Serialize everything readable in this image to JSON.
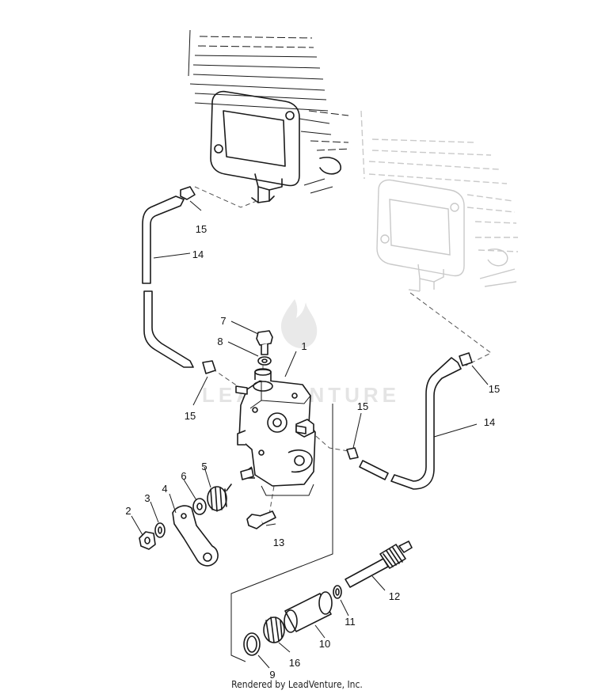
{
  "diagram": {
    "part_labels": [
      {
        "id": "p1",
        "text": "1"
      },
      {
        "id": "p2",
        "text": "2"
      },
      {
        "id": "p3",
        "text": "3"
      },
      {
        "id": "p4",
        "text": "4"
      },
      {
        "id": "p5",
        "text": "5"
      },
      {
        "id": "p6",
        "text": "6"
      },
      {
        "id": "p7",
        "text": "7"
      },
      {
        "id": "p8",
        "text": "8"
      },
      {
        "id": "p9",
        "text": "9"
      },
      {
        "id": "p10",
        "text": "10"
      },
      {
        "id": "p11",
        "text": "11"
      },
      {
        "id": "p12",
        "text": "12"
      },
      {
        "id": "p13",
        "text": "13"
      },
      {
        "id": "p14a",
        "text": "14"
      },
      {
        "id": "p14b",
        "text": "14"
      },
      {
        "id": "p15a",
        "text": "15"
      },
      {
        "id": "p15b",
        "text": "15"
      },
      {
        "id": "p15c",
        "text": "15"
      },
      {
        "id": "p15d",
        "text": "15"
      },
      {
        "id": "p16",
        "text": "16"
      }
    ]
  },
  "watermark": {
    "text": "LEADVENTURE"
  },
  "footer": {
    "credit": "Rendered by LeadVenture, Inc."
  },
  "colors": {
    "ink": "#1a1a1a",
    "ghost": "#c9c9c9",
    "background": "#ffffff"
  }
}
